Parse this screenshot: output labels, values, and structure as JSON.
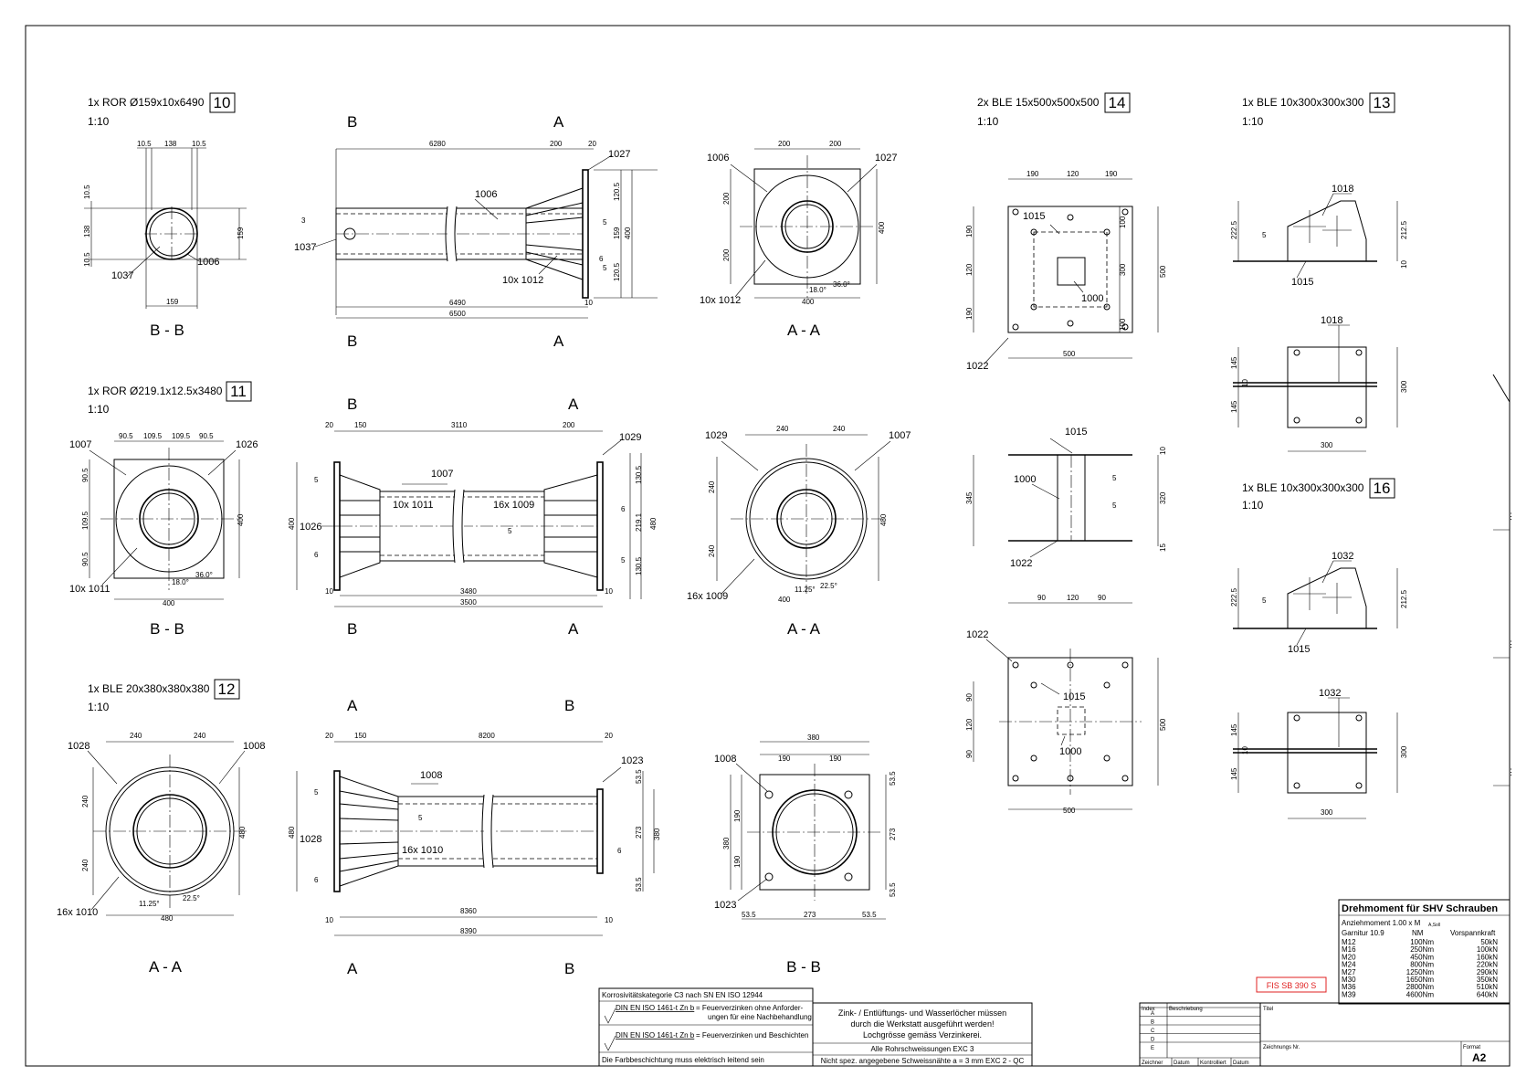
{
  "parts": {
    "p10": {
      "title": "1x ROR Ø159x10x6490",
      "num": "10",
      "scale": "1:10"
    },
    "p11": {
      "title": "1x ROR Ø219.1x12.5x3480",
      "num": "11",
      "scale": "1:10"
    },
    "p12": {
      "title": "1x BLE 20x380x380x380",
      "num": "12",
      "scale": "1:10"
    },
    "p14": {
      "title": "2x BLE 15x500x500x500",
      "num": "14",
      "scale": "1:10"
    },
    "p13": {
      "title": "1x BLE 10x300x300x300",
      "num": "13",
      "scale": "1:10"
    },
    "p16": {
      "title": "1x BLE 10x300x300x300",
      "num": "16",
      "scale": "1:10"
    }
  },
  "sections": {
    "bb": "B - B",
    "aa": "A - A",
    "a": "A",
    "b": "B"
  },
  "labels": {
    "l1006": "1006",
    "l1037": "1037",
    "l1027": "1027",
    "l10x1012": "10x 1012",
    "l1007": "1007",
    "l1026": "1026",
    "l1029": "1029",
    "l10x1011": "10x 1011",
    "l16x1009": "16x 1009",
    "l1028": "1028",
    "l1008": "1008",
    "l1023": "1023",
    "l16x1010": "16x 1010",
    "l1015": "1015",
    "l1000": "1000",
    "l1022": "1022",
    "l1018": "1018",
    "l1032": "1032"
  },
  "dims": {
    "d10_5": "10.5",
    "d138": "138",
    "d159": "159",
    "d6280": "6280",
    "d200": "200",
    "d20": "20",
    "d120_5": "120.5",
    "d400": "400",
    "d6490": "6490",
    "d6500": "6500",
    "d10": "10",
    "d18": "18.0°",
    "d36": "36.0°",
    "d90_5": "90.5",
    "d109_5": "109.5",
    "d150": "150",
    "d3110": "3110",
    "d130_5": "130.5",
    "d219_1": "219.1",
    "d480": "480",
    "d3480": "3480",
    "d3500": "3500",
    "d240": "240",
    "d11_25": "11.25°",
    "d22_5": "22.5°",
    "d8200": "8200",
    "d53_5": "53.5",
    "d273": "273",
    "d380": "380",
    "d8360": "8360",
    "d8390": "8390",
    "d190": "190",
    "d120": "120",
    "d100": "100",
    "d300": "300",
    "d500": "500",
    "d345": "345",
    "d320": "320",
    "d15": "15",
    "d90": "90",
    "d222_5": "222.5",
    "d212_5": "212.5",
    "d145": "145"
  },
  "welds": {
    "w3": "3",
    "w5": "5",
    "w6": "6"
  },
  "torque_table": {
    "title": "Drehmoment für SHV Schrauben",
    "line1": "Anziehmoment 1.00 x M",
    "line1_sub": "A,Soll",
    "headers": [
      "Garnitur 10.9",
      "NM",
      "Vorspannkraft"
    ],
    "rows": [
      [
        "M12",
        "100Nm",
        "50kN"
      ],
      [
        "M16",
        "250Nm",
        "100kN"
      ],
      [
        "M20",
        "450Nm",
        "160kN"
      ],
      [
        "M24",
        "800Nm",
        "220kN"
      ],
      [
        "M27",
        "1250Nm",
        "290kN"
      ],
      [
        "M30",
        "1650Nm",
        "350kN"
      ],
      [
        "M36",
        "2800Nm",
        "510kN"
      ],
      [
        "M39",
        "4600Nm",
        "640kN"
      ]
    ]
  },
  "stamp": {
    "label": "FIS SB 390 S",
    "color": "#e02020"
  },
  "notes": {
    "korr": "Korrosivitätskategorie C3 nach SN EN ISO 12944",
    "din1": "DIN EN ISO 1461-t Zn b",
    "din1b": "= Feuerverzinken ohne Anforder-",
    "din1c": "ungen für eine Nachbehandlung",
    "din2": "DIN EN ISO 1461-t Zn b",
    "din2b": "= Feuerverzinken und Beschichten",
    "farb": "Die Farbbeschichtung muss elektrisch leitend sein",
    "zink1": "Zink- / Entlüftungs- und Wasserlöcher müssen",
    "zink2": "durch die Werkstatt ausgeführt werden!",
    "zink3": "Lochgrösse gemäss Verzinkerei.",
    "rohr": "Alle Rohrschweissungen EXC 3",
    "naht": "Nicht spez. angegebene Schweissnähte a = 3 mm EXC 2 - QC"
  },
  "revision": {
    "index_header": "Index",
    "desc_header": "Beschriebung",
    "rows": [
      "A",
      "B",
      "C",
      "D",
      "E"
    ],
    "zeichner": "Zeichner",
    "datum": "Datum",
    "kontrolliert": "Kontrolliert",
    "datum2": "Datum"
  },
  "titleblock": {
    "titel": "Titel",
    "zeichnungsnr": "Zeichnungs Nr.",
    "format_label": "Format",
    "format": "A2"
  }
}
